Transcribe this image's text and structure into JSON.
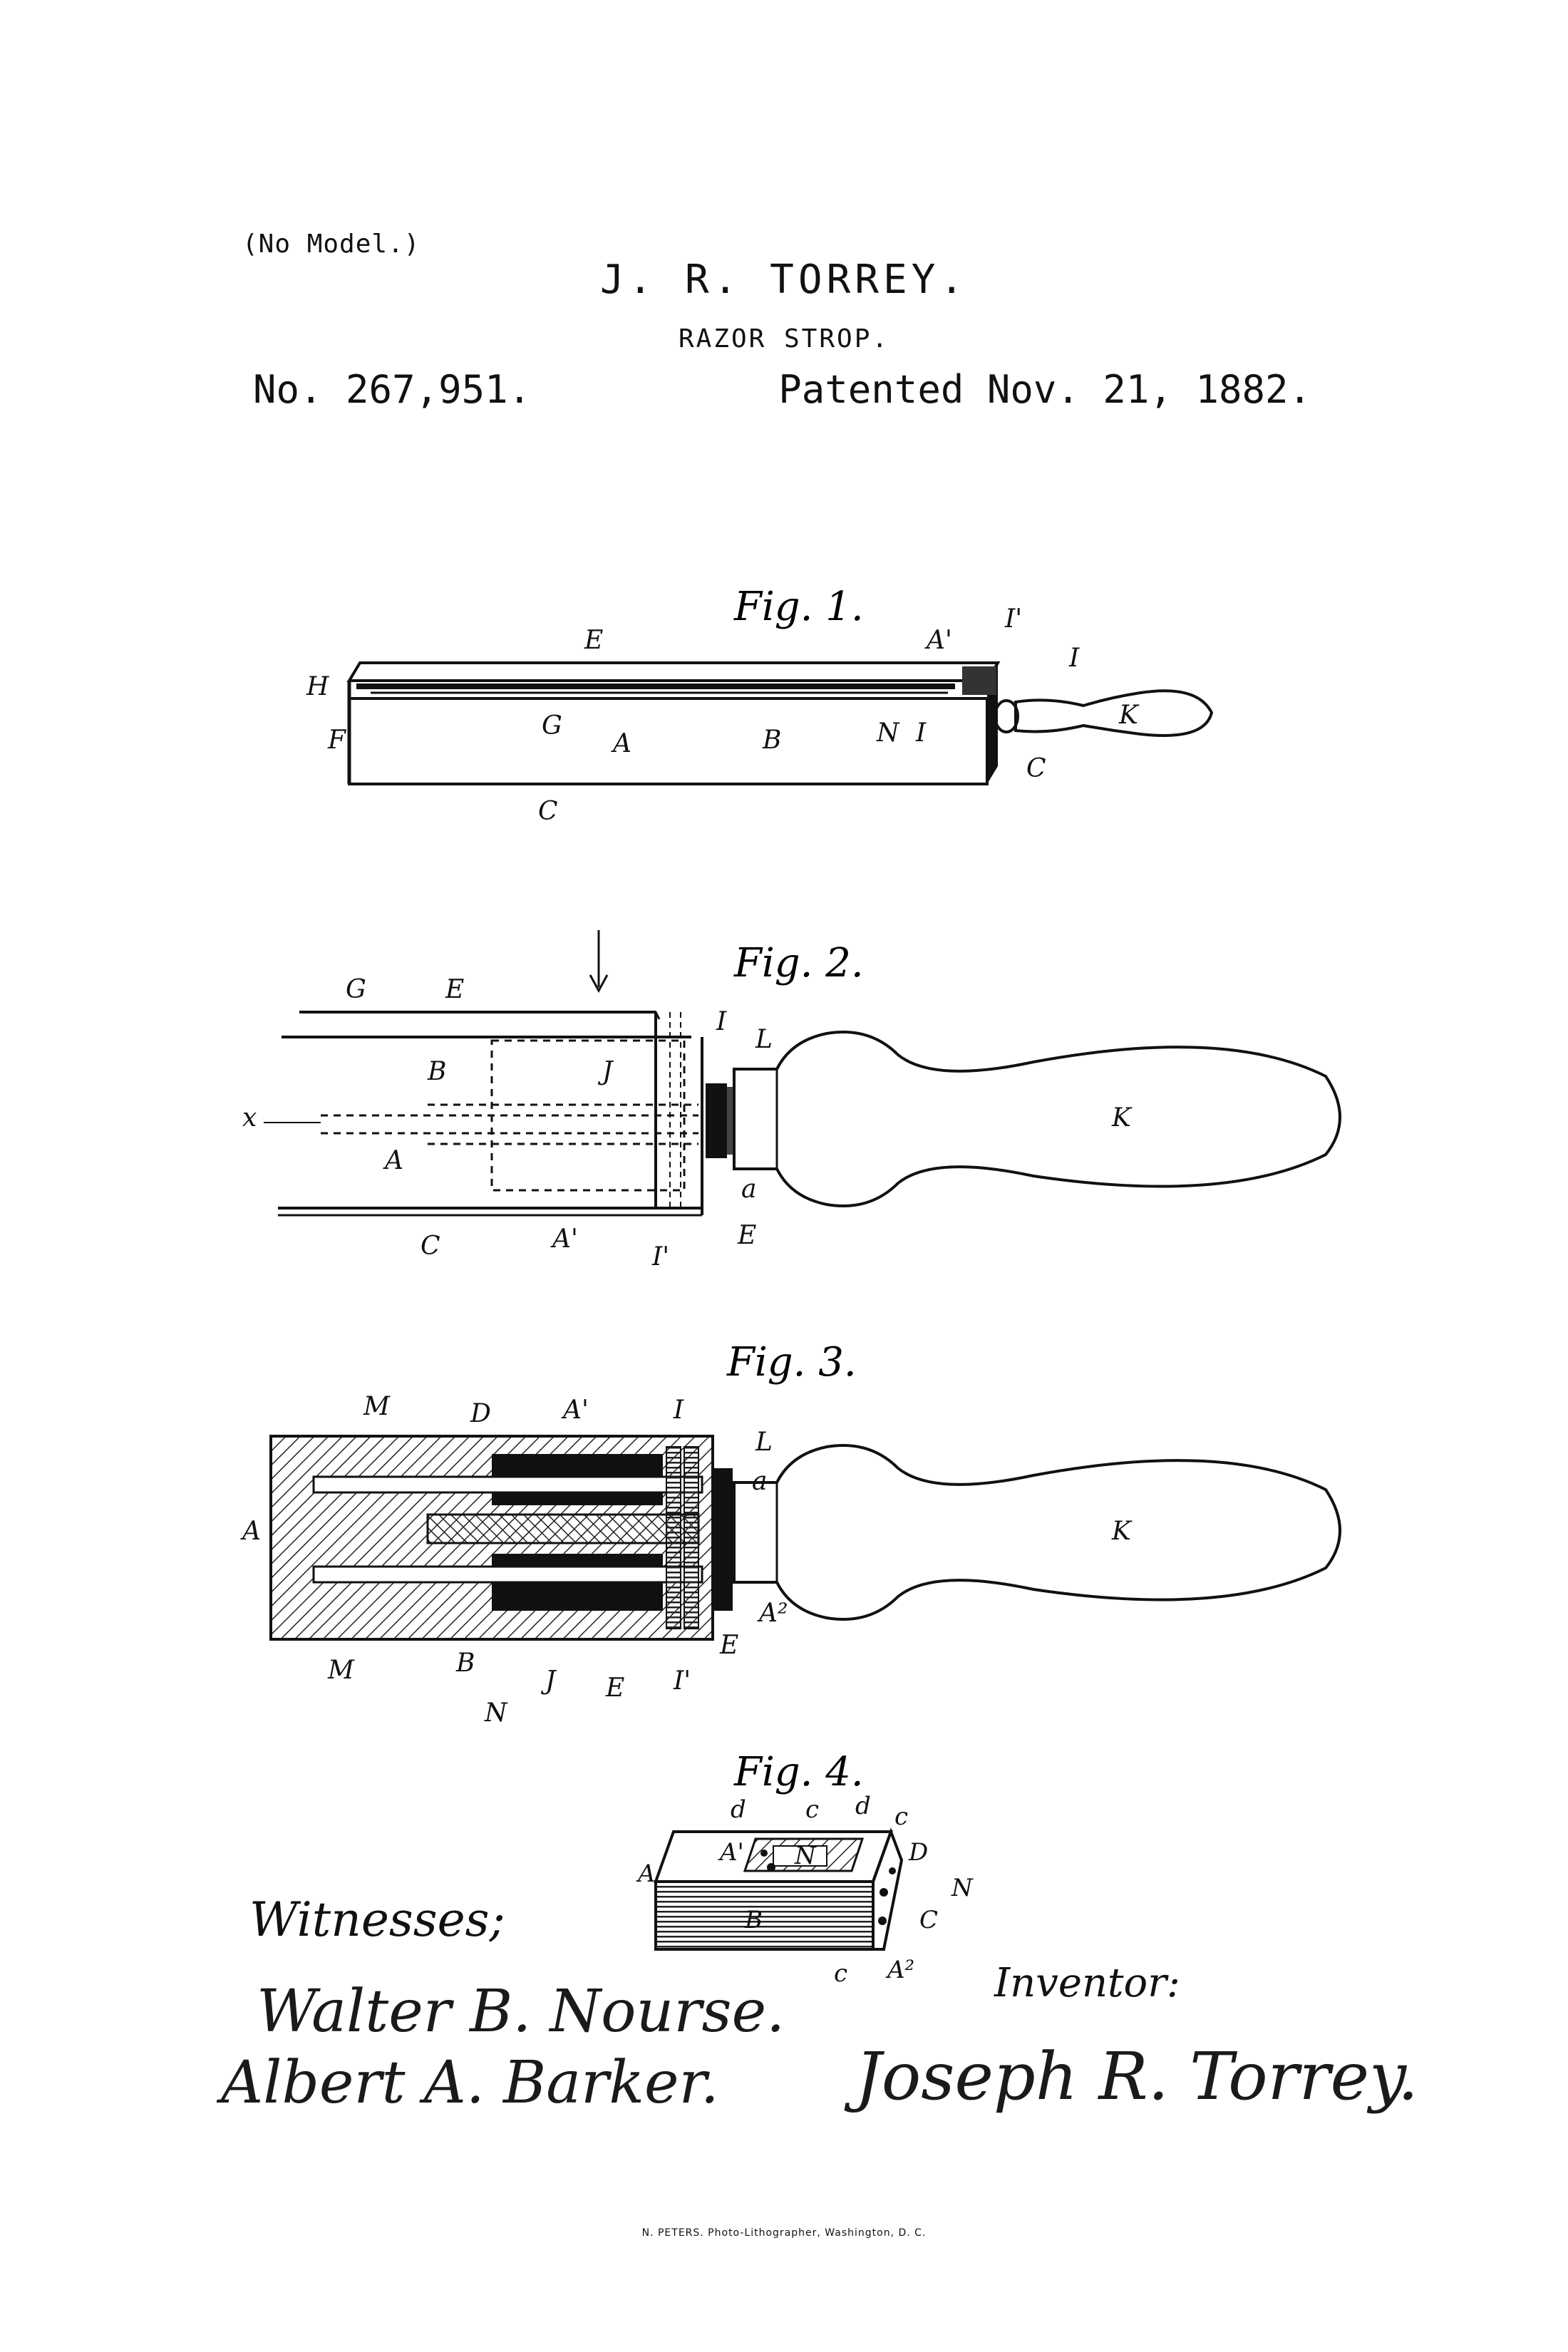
{
  "header": {
    "no_model": "(No Model.)",
    "inventor": "J. R. TORREY.",
    "title": "RAZOR STROP.",
    "number": "No. 267,951.",
    "date": "Patented Nov. 21, 1882."
  },
  "figures": {
    "fig1": {
      "title": "Fig. 1.",
      "labels": [
        "E",
        "A'",
        "I'",
        "I",
        "H",
        "F",
        "G",
        "A",
        "B",
        "N",
        "I",
        "K",
        "C",
        "C"
      ]
    },
    "fig2": {
      "title": "Fig. 2.",
      "labels": [
        "G",
        "E",
        "I",
        "L",
        "B",
        "J",
        "x",
        "A",
        "a",
        "C",
        "A'",
        "I'",
        "E",
        "K"
      ]
    },
    "fig3": {
      "title": "Fig. 3.",
      "labels": [
        "M",
        "D",
        "A'",
        "I",
        "L",
        "a",
        "A",
        "K",
        "A²",
        "M",
        "B",
        "J",
        "E",
        "I'",
        "E",
        "N"
      ]
    },
    "fig4": {
      "title": "Fig. 4.",
      "labels": [
        "d",
        "c",
        "d",
        "c",
        "A'",
        "N",
        "D",
        "N",
        "A",
        "C",
        "B",
        "c",
        "A²"
      ]
    }
  },
  "witnesses": {
    "title": "Witnesses;",
    "names": [
      "Walter B. Nourse.",
      "Albert A. Barker."
    ]
  },
  "inventor_block": {
    "title": "Inventor:",
    "signature": "Joseph R. Torrey."
  },
  "footer": "N. PETERS. Photo-Lithographer, Washington, D. C."
}
